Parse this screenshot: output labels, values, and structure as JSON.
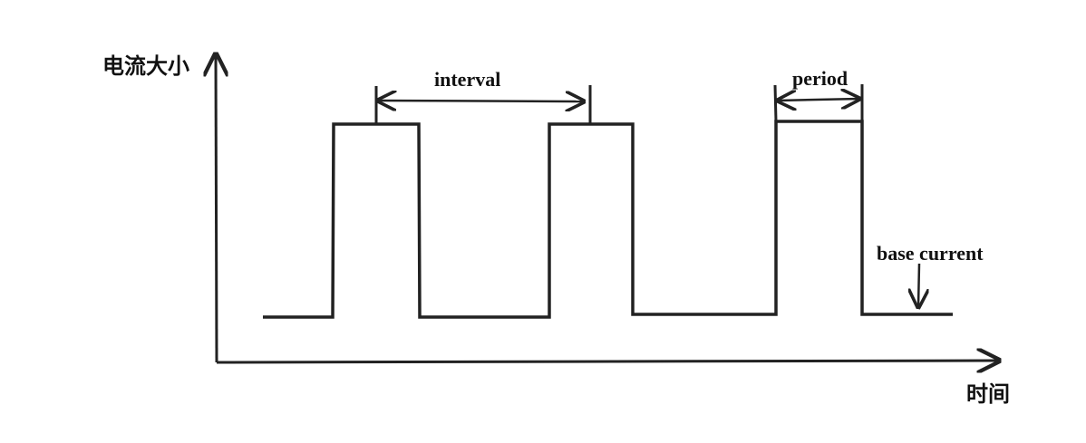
{
  "diagram": {
    "type": "pulse-current-waveform",
    "y_axis_label": "电流大小",
    "x_axis_label": "时间",
    "annotations": {
      "interval": "interval",
      "period": "period",
      "base_current": "base current"
    },
    "stroke_color": "#222222",
    "background": "#ffffff"
  },
  "chart_data": {
    "type": "line",
    "title": "",
    "xlabel": "时间",
    "ylabel": "电流大小",
    "description": "Square pulse waveform with three pulses over a base current level",
    "pulses": [
      {
        "start": 367,
        "end": 462
      },
      {
        "start": 606,
        "end": 698
      },
      {
        "start": 856,
        "end": 951
      }
    ],
    "levels": {
      "base": "low",
      "peak": "high"
    },
    "annotations": [
      "interval",
      "period",
      "base current"
    ]
  }
}
